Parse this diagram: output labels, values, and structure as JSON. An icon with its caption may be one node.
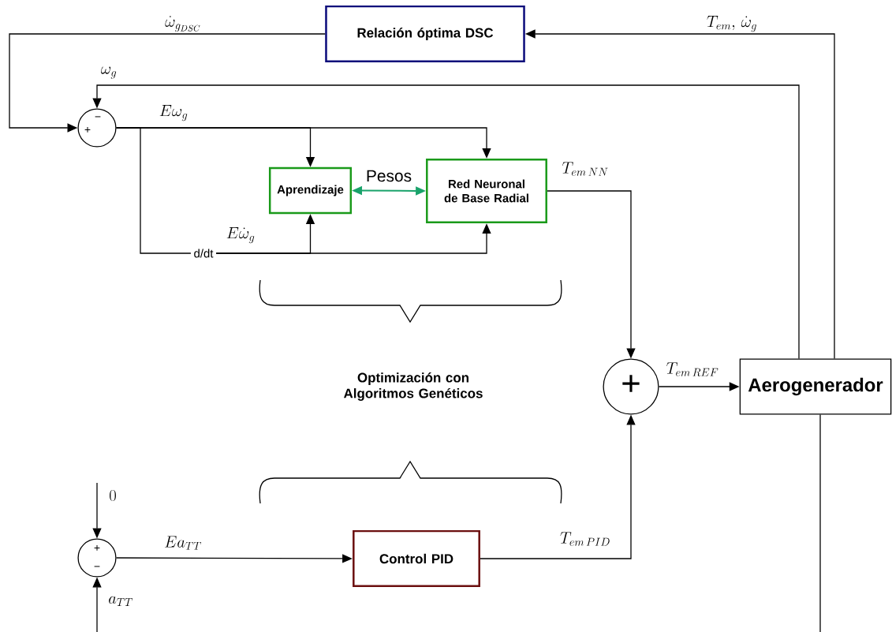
{
  "diagram": {
    "nodes": [
      {
        "text": [
          "Relación óptima DSC"
        ]
      },
      {
        "text": [
          "−",
          "+"
        ]
      },
      {
        "text": [
          "Aprendizaje"
        ]
      },
      {
        "text": [
          "Red Neuronal de Base Radial"
        ]
      },
      {
        "text": [
          "d/dt"
        ]
      },
      {
        "text": [
          "+"
        ]
      },
      {
        "text": [
          "Aerogenerador"
        ]
      },
      {
        "text": [
          "+",
          "−"
        ]
      },
      {
        "text": [
          "Control PID"
        ]
      }
    ],
    "edges": [
      {
        "from": 6,
        "to": 0,
        "arrow": "to",
        "label": "T_{em},\\,\\dot{\\omega}_{g}"
      },
      {
        "from": 0,
        "to": 1,
        "arrow": "to",
        "label": "\\dot{\\omega}_{g_{DSC}}"
      },
      {
        "from": 6,
        "to": 1,
        "arrow": "to",
        "label": "\\omega_{g}"
      },
      {
        "from": 1,
        "to": 2,
        "arrow": "to",
        "label": "E\\omega_{g}"
      },
      {
        "from": 1,
        "to": 3,
        "arrow": "to"
      },
      {
        "from": 1,
        "to": 4,
        "arrow": "none"
      },
      {
        "from": 4,
        "to": 2,
        "arrow": "to",
        "label": "E\\dot{\\omega}_{g}"
      },
      {
        "from": 4,
        "to": 3,
        "arrow": "to"
      },
      {
        "from": 2,
        "to": 3,
        "arrow": "both",
        "label": "Pesos",
        "color": "#1aa36b"
      },
      {
        "from": 3,
        "to": 5,
        "arrow": "to",
        "label": "T_{em\\,NN}"
      },
      {
        "from": 5,
        "to": 6,
        "arrow": "to",
        "label": "T_{em\\,REF}"
      },
      {
        "from": 8,
        "to": 5,
        "arrow": "to",
        "label": "T_{em\\,PID}"
      },
      {
        "from": 7,
        "to": 8,
        "arrow": "to",
        "label": "Ea_{TT}"
      },
      {
        "from": null,
        "to": 7,
        "arrow": "to",
        "label": "0"
      },
      {
        "from": null,
        "to": 7,
        "arrow": "to",
        "label": "a_{TT}"
      },
      {
        "from": 6,
        "to": null,
        "arrow": "none"
      }
    ],
    "labels": [
      "Optimización con Algoritmos Genéticos"
    ]
  }
}
